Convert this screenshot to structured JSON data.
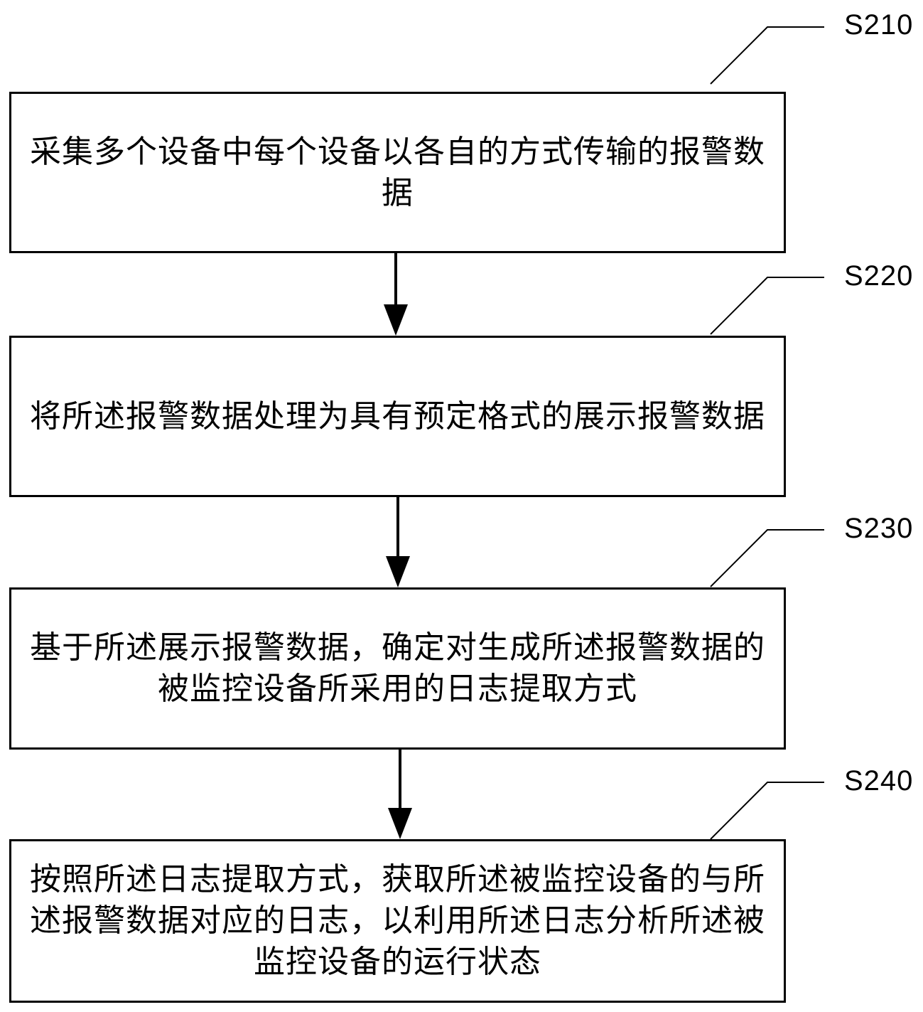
{
  "steps": [
    {
      "id": "S210",
      "text": "采集多个设备中每个设备以各自的方式传输的报警数据"
    },
    {
      "id": "S220",
      "text": "将所述报警数据处理为具有预定格式的展示报警数据"
    },
    {
      "id": "S230",
      "text": "基于所述展示报警数据，确定对生成所述报警数据的被监控设备所采用的日志提取方式"
    },
    {
      "id": "S240",
      "text": "按照所述日志提取方式，获取所述被监控设备的与所述报警数据对应的日志，以利用所述日志分析所述被监控设备的运行状态"
    }
  ]
}
